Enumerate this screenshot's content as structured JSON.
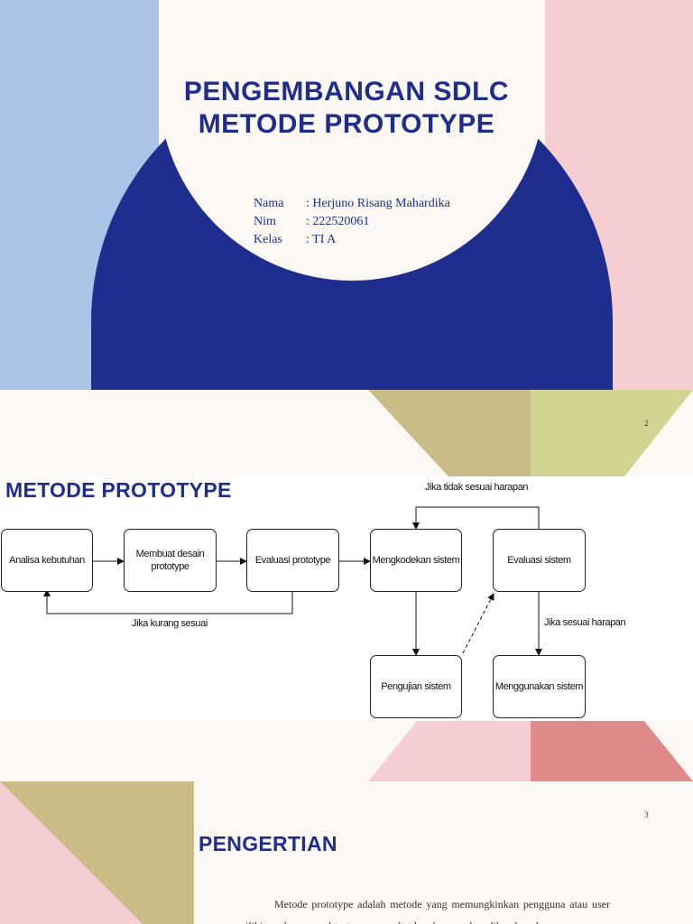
{
  "slide1": {
    "title": "PENGEMBANGAN SDLC METODE PROTOTYPE",
    "info": [
      {
        "key": "Nama",
        "value": ": Herjuno Risang Mahardika"
      },
      {
        "key": "Nim",
        "value": ": 222520061"
      },
      {
        "key": "Kelas",
        "value": ": TI A"
      }
    ],
    "colors": {
      "navy": "#1f2d8f",
      "blue": "#aac4e8",
      "pink": "#f6cdd0",
      "cream": "#fcf8f4"
    }
  },
  "slide2": {
    "page_number": "2",
    "heading": "METODE PROTOTYPE",
    "diagram": {
      "nodes": {
        "analisa": "Analisa kebutuhan",
        "desain": "Membuat desain prototype",
        "evaluasi_prototype": "Evaluasi prototype",
        "mengkodekan": "Mengkodekan sistem",
        "evaluasi_sistem": "Evaluasi sistem",
        "pengujian": "Pengujian sistem",
        "menggunakan": "Menggunakan sistem"
      },
      "labels": {
        "tidak_sesuai": "Jika tidak sesuai harapan",
        "kurang_sesuai": "Jika kurang sesuai",
        "sesuai": "Jika sesuai harapan"
      }
    }
  },
  "slide3": {
    "page_number": "3",
    "heading": "PENGERTIAN",
    "body": "Metode prototype adalah metode yang memungkinkan pengguna atau user memiliki gambaran awal tentang perangkat lunak yang akan dikembangkan"
  }
}
